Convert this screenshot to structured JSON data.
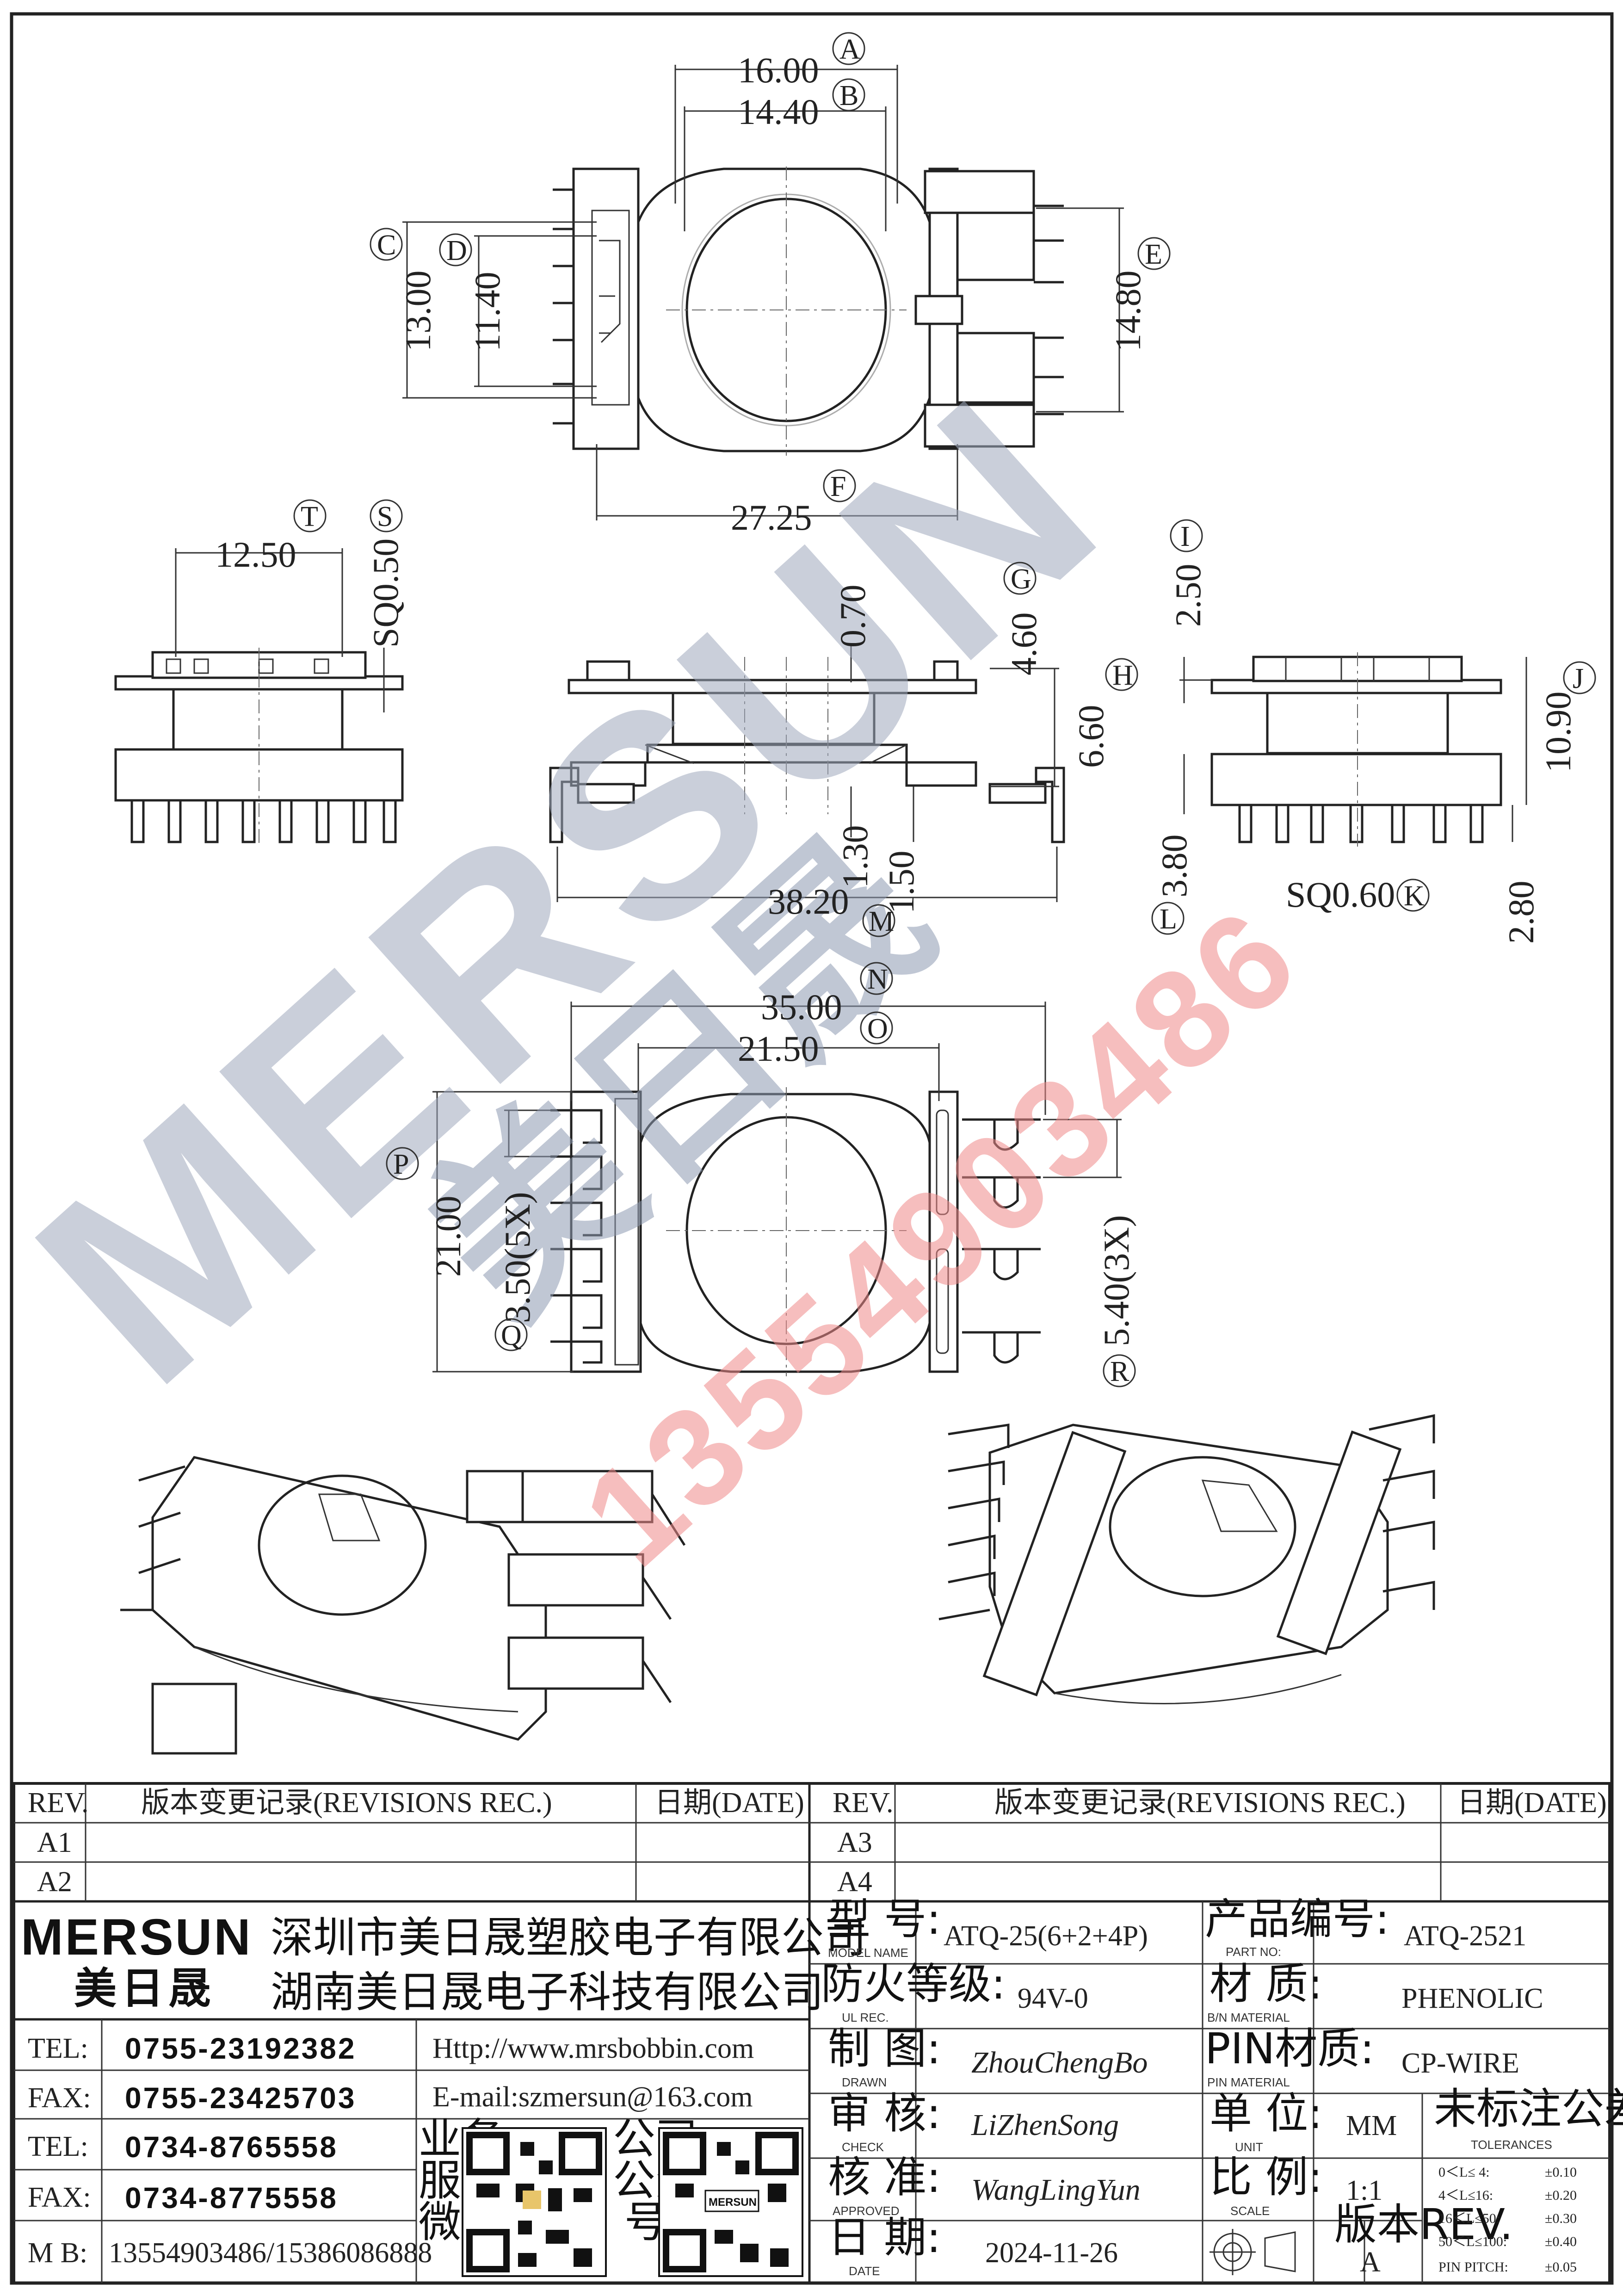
{
  "dimensions": {
    "A": "16.00",
    "B": "14.40",
    "C": "13.00",
    "D": "11.40",
    "E": "14.80",
    "F": "27.25",
    "T": "12.50",
    "S": "SQ0.50",
    "I": "2.50",
    "G": "4.60",
    "H": "6.60",
    "J": "10.90",
    "top_0_70": "0.70",
    "bot_1_30": "1.30",
    "bot_1_50": "1.50",
    "M": "38.20",
    "L": "3.80",
    "K": "SQ0.60",
    "K2": "2.80",
    "N": "35.00",
    "O": "21.50",
    "P": "21.00",
    "Q": "3.50(5X)",
    "R": "5.40(3X)"
  },
  "bubbles": [
    "A",
    "B",
    "C",
    "D",
    "E",
    "F",
    "T",
    "S",
    "G",
    "H",
    "I",
    "J",
    "K",
    "L",
    "M",
    "N",
    "O",
    "P",
    "Q",
    "R"
  ],
  "watermark": {
    "brand": "MERSUN",
    "cn": "美日晟",
    "phone": "13554903486"
  },
  "rev_left": {
    "h_rev": "REV.",
    "h_rec": "版本变更记录(REVISIONS REC.)",
    "h_date": "日期(DATE)",
    "r1": "A1",
    "r2": "A2"
  },
  "rev_right": {
    "h_rev": "REV.",
    "h_rec": "版本变更记录(REVISIONS REC.)",
    "h_date": "日期(DATE)",
    "r1": "A3",
    "r2": "A4"
  },
  "company": {
    "logo": "MERSUN",
    "logo_cn": "美日晟",
    "name1": "深圳市美日晟塑胶电子有限公司",
    "name2": "湖南美日晟电子科技有限公司",
    "tel_label": "TEL:",
    "fax_label": "FAX:",
    "mb_label": "M B:",
    "tel1": "0755-23192382",
    "fax1": "0755-23425703",
    "tel2": "0734-8765558",
    "fax2": "0734-8775558",
    "mb": "13554903486/15386086888",
    "web": "Http://www.mrsbobbin.com",
    "email": "E-mail:szmersun@163.com",
    "qr1_label": [
      "业务",
      "服务",
      "微信"
    ],
    "qr2_label": [
      "公司",
      "公众",
      "号"
    ],
    "qr2_brand": "MERSUN"
  },
  "info": {
    "model_cn": "型 号:",
    "model_en": "MODEL NAME",
    "model": "ATQ-25(6+2+4P)",
    "part_cn": "产品编号:",
    "part_en": "PART NO:",
    "part": "ATQ-2521",
    "ul_cn": "防火等级:",
    "ul_en": "UL REC.",
    "ul": "94V-0",
    "mat_cn": "材 质:",
    "mat_en": "B/N MATERIAL",
    "mat": "PHENOLIC",
    "drawn_cn": "制 图:",
    "drawn_en": "DRAWN",
    "drawn": "ZhouChengBo",
    "pin_cn": "PIN材质:",
    "pin_en": "PIN MATERIAL",
    "pin": "CP-WIRE",
    "check_cn": "审 核:",
    "check_en": "CHECK",
    "check": "LiZhenSong",
    "unit_cn": "单 位:",
    "unit_en": "UNIT",
    "unit": "MM",
    "tol_cn": "未标注公差:",
    "tol_en": "TOLERANCES",
    "appr_cn": "核 准:",
    "appr_en": "APPROVED",
    "appr": "WangLingYun",
    "scale_cn": "比 例:",
    "scale_en": "SCALE",
    "scale": "1:1",
    "date_cn": "日 期:",
    "date_en": "DATE",
    "date": "2024-11-26",
    "rev_cn": "版本REV.",
    "rev": "A"
  },
  "tolerances": [
    [
      "0＜L≤ 4:",
      "±0.10"
    ],
    [
      "4＜L≤16:",
      "±0.20"
    ],
    [
      "16＜L≤50:",
      "±0.30"
    ],
    [
      "50＜L≤100:",
      "±0.40"
    ],
    [
      "PIN PITCH:",
      "±0.05"
    ]
  ]
}
